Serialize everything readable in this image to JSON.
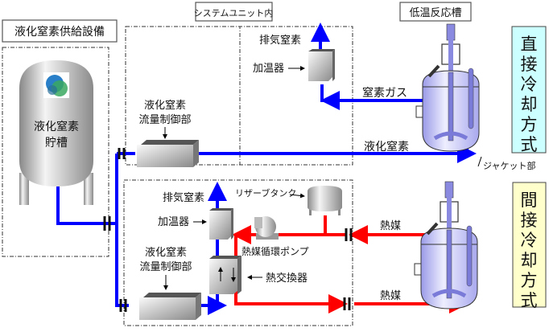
{
  "titles": {
    "supply_facility": "液化窒素供給設備",
    "system_unit": "システムユニット内",
    "reactor": "低温反応槽"
  },
  "methods": {
    "direct": "直接冷却方式",
    "indirect": "間接冷却方式"
  },
  "storage_tank": {
    "line1": "液化窒素",
    "line2": "貯槽"
  },
  "direct_section": {
    "exhaust": "排気窒素",
    "heater": "加温器",
    "flow_ctrl_line1": "液化窒素",
    "flow_ctrl_line2": "流量制御部",
    "gas_line": "窒素ガス",
    "liquid_line": "液化窒素",
    "jacket": "ジャケット部"
  },
  "indirect_section": {
    "exhaust": "排気窒素",
    "heater": "加温器",
    "reservoir": "リザーブタンク",
    "pump": "熱媒循環ポンプ",
    "flow_ctrl_line1": "液化窒素",
    "flow_ctrl_line2": "流量制御部",
    "heat_exchanger": "熱交換器",
    "return_line": "熱媒",
    "supply_line": "熱媒"
  },
  "colors": {
    "nitrogen": "#0000ff",
    "heat_medium": "#ff0000",
    "direct_bg": "#ccffff",
    "indirect_bg": "#ffffcc",
    "reactor": "#b8b8f0"
  }
}
